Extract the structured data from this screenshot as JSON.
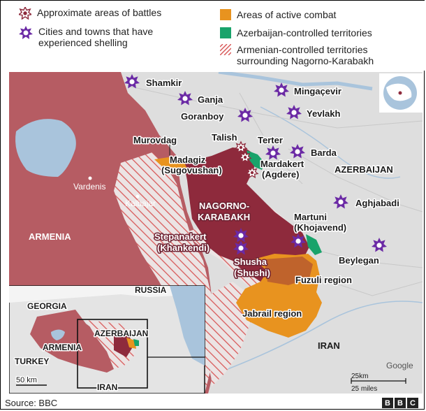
{
  "legend": {
    "battles": "Approximate areas of battles",
    "shelling": "Cities and towns that have experienced shelling",
    "active_combat": "Areas of active combat",
    "azerbaijan_controlled": "Azerbaijan-controlled territories",
    "armenian_controlled": "Armenian-controlled territories surrounding Nagorno-Karabakh"
  },
  "colors": {
    "armenia": "#b65c63",
    "nagorno_karabakh": "#8e2a3c",
    "active_combat": "#e8931f",
    "azerbaijan_controlled": "#19a36b",
    "hatch": "#d85a5a",
    "land": "#dedede",
    "water": "#a9c4dc",
    "shelling_marker": "#6b2aa5"
  },
  "labels": {
    "shamkir": "Shamkir",
    "ganja": "Ganja",
    "mingacevir": "Mingaçevir",
    "goranboy": "Goranboy",
    "yevlakh": "Yevlakh",
    "murovdag": "Murovdag",
    "talish": "Talish",
    "terter": "Terter",
    "barda": "Barda",
    "madagiz": "Madagiz",
    "sugovushan": "(Sugovushan)",
    "mardakert": "Mardakert",
    "agdere": "(Agdere)",
    "azerbaijan": "AZERBAIJAN",
    "vardenis": "Vardenis",
    "kalbajar": "Kalbajar",
    "nagorno": "NAGORNO-",
    "karabakh": "KARABAKH",
    "aghjabadi": "Aghjabadi",
    "martuni": "Martuni",
    "khojavend": "(Khojavend)",
    "armenia": "ARMENIA",
    "stepanakert": "Stepanakert",
    "khankendi": "(Khankendi)",
    "beylegan": "Beylegan",
    "shusha": "Shusha",
    "shushi": "(Shushi)",
    "fuzuli": "Fuzuli region",
    "jabrail": "Jabrail region",
    "iran": "IRAN",
    "google": "Google",
    "scale_km": "25km",
    "scale_miles": "25 miles"
  },
  "inset": {
    "russia": "RUSSIA",
    "georgia": "GEORGIA",
    "azerbaijan": "AZERBAIJAN",
    "armenia": "ARMENIA",
    "turkey": "TURKEY",
    "iran": "IRAN",
    "scale": "50 km"
  },
  "footer": {
    "source": "Source: BBC",
    "bbc": [
      "B",
      "B",
      "C"
    ]
  }
}
